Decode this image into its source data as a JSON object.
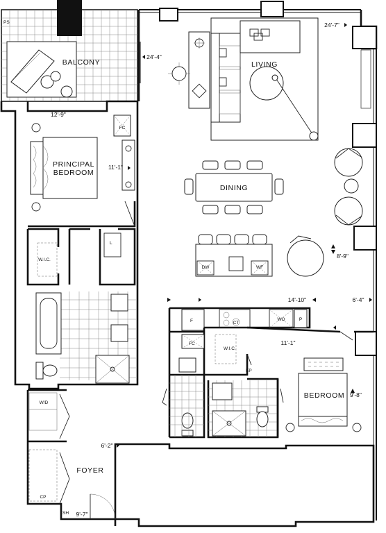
{
  "rooms": {
    "balcony": "BALCONY",
    "living": "LIVING",
    "principal_bedroom_line1": "PRINCIPAL",
    "principal_bedroom_line2": "BEDROOM",
    "dining": "DINING",
    "bedroom": "BEDROOM",
    "foyer": "FOYER"
  },
  "dimensions": {
    "balcony_width": "12'-9\"",
    "balcony_depth": "24'-4\"",
    "living_depth": "24'-7\"",
    "principal_width": "11'-1\"",
    "dining_sub": "8'-9\"",
    "kitchen_width": "14'-10\"",
    "living_sub": "6'-4\"",
    "bedroom_width": "11'-1\"",
    "bedroom_depth": "9'-8\"",
    "foyer_width": "6'-2\"",
    "foyer_depth": "9'-7\""
  },
  "fixtures": {
    "ps": "PS",
    "fc_principal": "FC",
    "wic_principal": "W.I.C.",
    "linen": "L",
    "dw": "DW",
    "wf": "WF",
    "ct": "CT",
    "wo": "WO",
    "fridge": "F",
    "pantry": "P",
    "fc_second": "FC",
    "wic_second": "W.I.C.",
    "ep": "EP",
    "wd": "W/D",
    "cp": "CP",
    "sh": "SH"
  }
}
